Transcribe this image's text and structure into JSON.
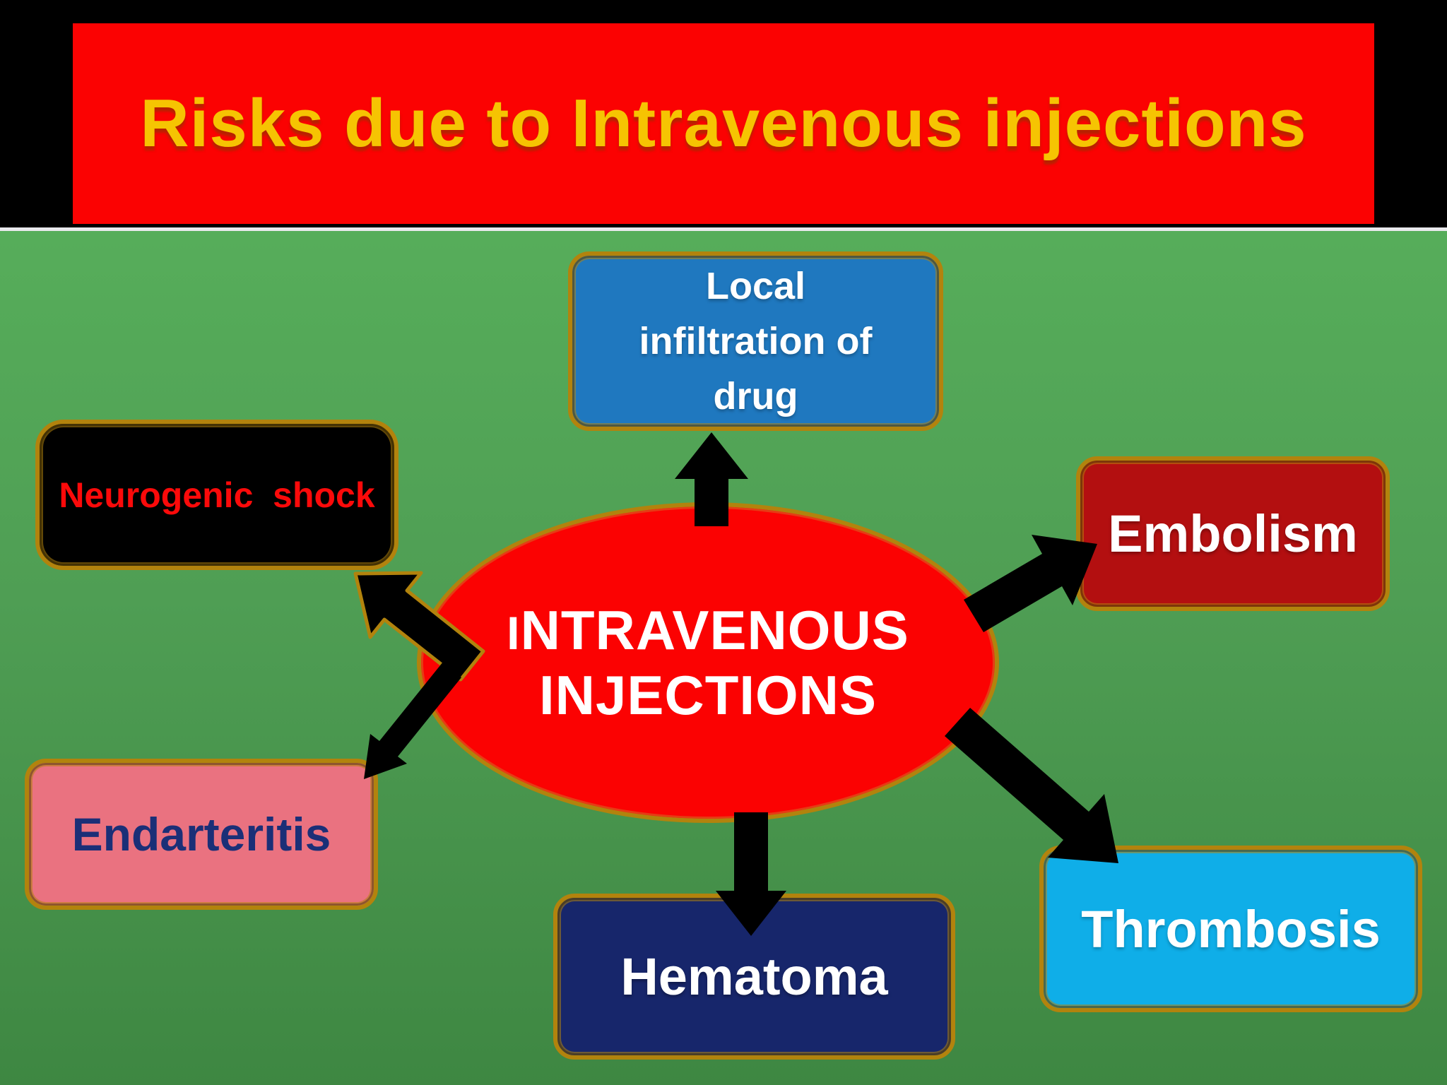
{
  "slide": {
    "title": "Risks due to Intravenous injections"
  },
  "center_node": {
    "label": "INTRAVENOUS INJECTIONS",
    "lines": [
      "INTRAVENOUS",
      "INJECTIONS"
    ]
  },
  "risk_nodes": {
    "local_infiltration": {
      "label": "Local infiltration of drug",
      "lines": [
        "Local",
        "infiltration of",
        "drug"
      ]
    },
    "neurogenic_shock": {
      "label": "Neurogenic  shock"
    },
    "embolism": {
      "label": "Embolism"
    },
    "endarteritis": {
      "label": "Endarteritis"
    },
    "hematoma": {
      "label": "Hematoma"
    },
    "thrombosis": {
      "label": "Thrombosis"
    }
  },
  "colors": {
    "background_top": "#5bb75e",
    "background_bottom": "#3e8742",
    "top_bar": "#000000",
    "separator_line": "#e9e9ec",
    "title_background": "#fb0202",
    "title_text": "#f6c402",
    "border_gold": "#b2830d",
    "center_ellipse_fill": "#fb0202",
    "center_text": "#ffffff",
    "local_infiltration_box": "#1f78bf",
    "neurogenic_box": "#000000",
    "neurogenic_text": "#fb0a0a",
    "embolism_box": "#b30f10",
    "endarteritis_box": "#ea7280",
    "endarteritis_text": "#1b2f77",
    "hematoma_box": "#17266b",
    "thrombosis_box": "#0faee8",
    "arrow": "#000000"
  }
}
